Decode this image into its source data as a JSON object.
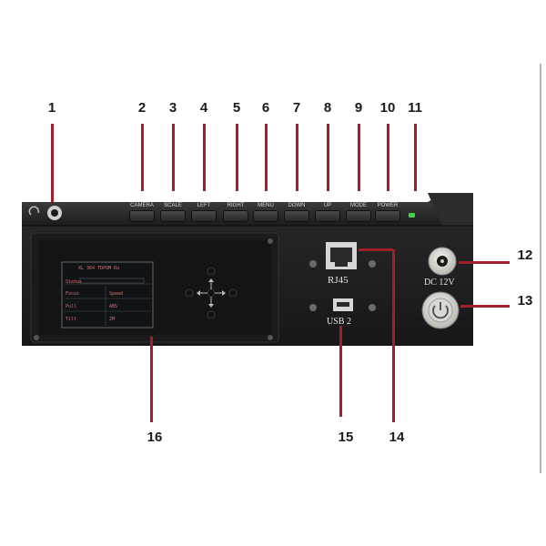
{
  "buttons": [
    {
      "key": "camera",
      "label": "CAMERA"
    },
    {
      "key": "scale",
      "label": "SCALE"
    },
    {
      "key": "left",
      "label": "LEFT"
    },
    {
      "key": "right",
      "label": "RIGHT"
    },
    {
      "key": "menu",
      "label": "MENU"
    },
    {
      "key": "down",
      "label": "DOWN"
    },
    {
      "key": "up",
      "label": "UP"
    },
    {
      "key": "mode",
      "label": "MODE"
    },
    {
      "key": "power",
      "label": "POWER"
    }
  ],
  "ports": {
    "rj45": "RJ45",
    "usb": "USB 2",
    "dc": "DC 12V"
  },
  "callouts": [
    "1",
    "2",
    "3",
    "4",
    "5",
    "6",
    "7",
    "8",
    "9",
    "10",
    "11",
    "12",
    "13",
    "14",
    "15",
    "16"
  ],
  "lcd": {
    "title": "XL 364 TDPOM Ru",
    "rows": [
      "Status",
      "Focus",
      "Pull",
      "Tilt",
      "Speed",
      "ABS",
      "ZM"
    ]
  },
  "colors": {
    "panel": "#1e1e1e",
    "leader": "#a0202a",
    "led": "#3fd43f"
  }
}
